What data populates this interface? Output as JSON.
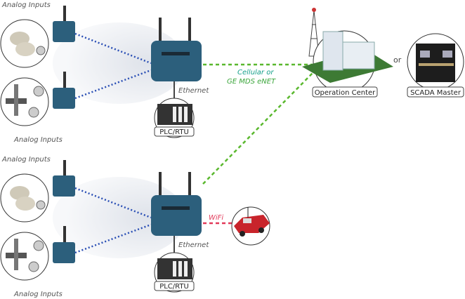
{
  "labels": {
    "analog_inputs": "Analog Inputs",
    "ethernet": "Ethernet",
    "plc_rtu": "PLC/RTU",
    "cellular_or": "Cellular or",
    "ge_mds_enet": "GE MDS eNET",
    "operation_center": "Operation Center",
    "or": "or",
    "scada_master": "SCADA Master",
    "wifi": "WiFi"
  },
  "colors": {
    "device_blue": "#2c5f7c",
    "cellular_link": "#5ab82e",
    "serial_link": "#2a4fb5",
    "wifi_link": "#e23a5a",
    "cellular_text": "#16a08a"
  }
}
